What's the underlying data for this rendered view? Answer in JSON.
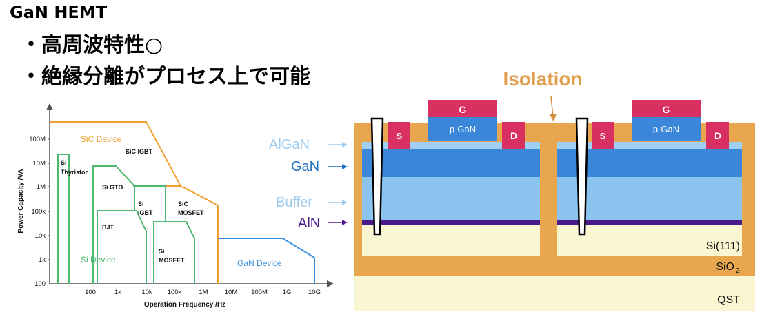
{
  "title": "GaN HEMT",
  "bullets": [
    "・高周波特性○",
    "・絶縁分離がプロセス上で可能"
  ],
  "chart": {
    "ylabel": "Power Capacity /VA",
    "xlabel": "Operation Frequency /Hz",
    "yticks": [
      "100M",
      "10M",
      "1M",
      "100k",
      "10k",
      "1k",
      "100"
    ],
    "xticks": [
      "100",
      "1k",
      "10k",
      "100k",
      "1M",
      "10M",
      "100M",
      "1G",
      "10G"
    ],
    "regions": {
      "sic": "SiC Device",
      "si": "Si Device",
      "gan": "GaN Device"
    },
    "devices": {
      "sic_igbt": "SiC IGBT",
      "si_thyristor_1": "Si",
      "si_thyristor_2": "Thyristor",
      "si_gto": "Si GTO",
      "si_igbt_1": "Si",
      "si_igbt_2": "IGBT",
      "sic_mosfet_1": "SiC",
      "sic_mosfet_2": "MOSFET",
      "bjt": "BJT",
      "si_mosfet_1": "Si",
      "si_mosfet_2": "MOSFET"
    },
    "colors": {
      "sic": "#f0a030",
      "si": "#4cb870",
      "gan": "#3a8fdc"
    }
  },
  "structure": {
    "isolation": "Isolation",
    "layers": [
      "AlGaN",
      "GaN",
      "Buffer",
      "AlN"
    ],
    "si111": "Si(111)",
    "sio2": "SiO",
    "sio2_sub": "2",
    "qst": "QST",
    "gate": "G",
    "pgan": "p-GaN",
    "source": "S",
    "drain": "D",
    "colors": {
      "isolation": "#e8a64e",
      "algan": "#9fd0f4",
      "gan": "#3a86d8",
      "buffer": "#8cc4f0",
      "aln": "#4a1a8c",
      "si": "#fbf6d2",
      "contact": "#d83060",
      "label_algan": "#9ccbef",
      "label_gan": "#1f6fc2",
      "label_buffer": "#9ccbef",
      "label_aln": "#4a1a8c",
      "isolation_label": "#e0a050"
    }
  }
}
